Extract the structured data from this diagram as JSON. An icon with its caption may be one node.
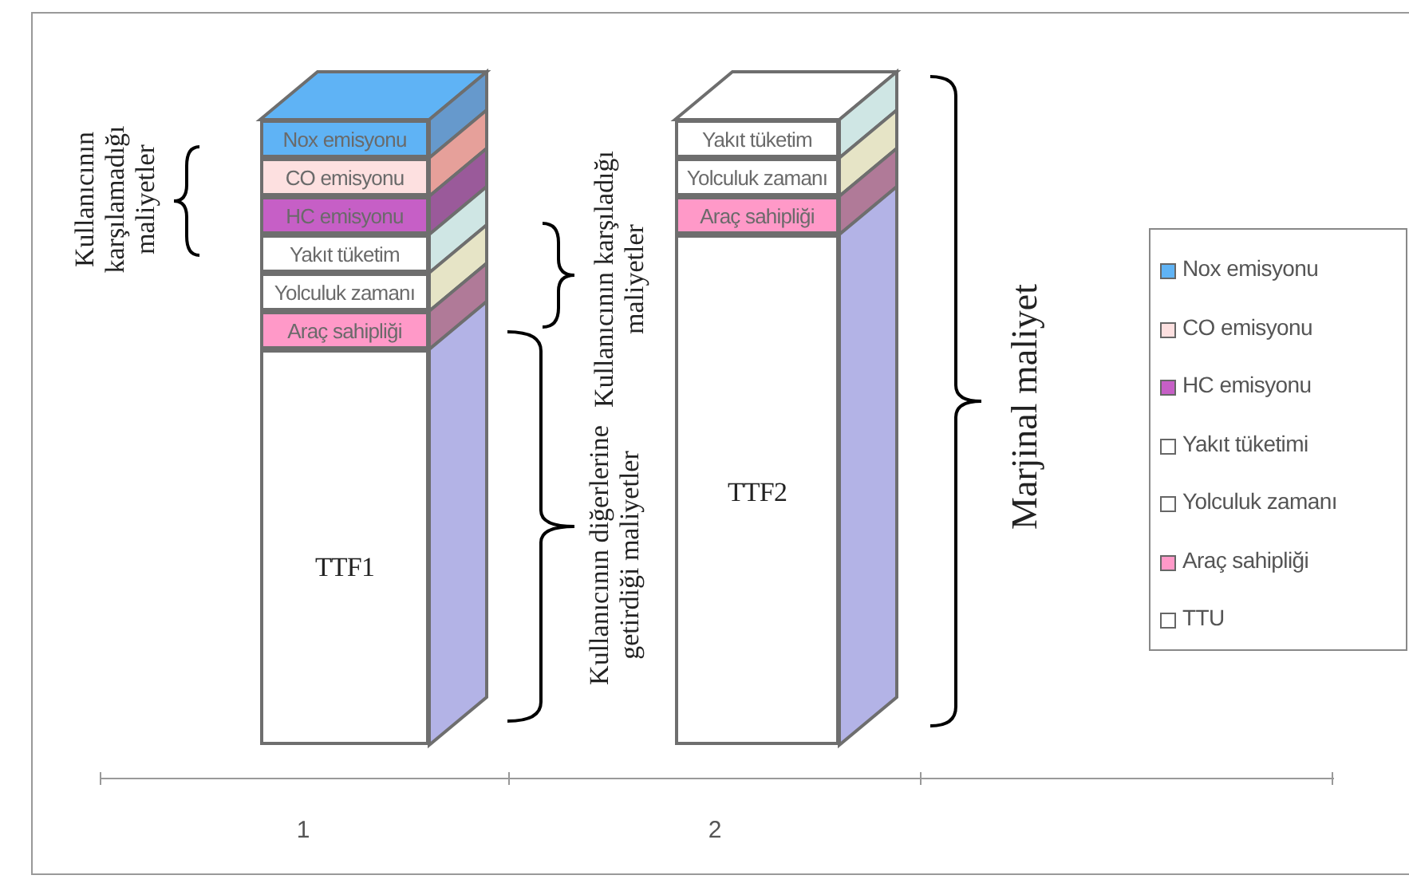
{
  "diagram": {
    "nodes": [
      {
        "text": [
          "Nox emisyonu"
        ]
      },
      {
        "text": [
          "CO emisyonu"
        ]
      },
      {
        "text": [
          "HC emisyonu"
        ]
      },
      {
        "text": [
          "Yakıt tüketim"
        ]
      },
      {
        "text": [
          "Yolculuk zamanı"
        ]
      },
      {
        "text": [
          "Araç sahipliği"
        ]
      },
      {
        "text": [
          "TTF1"
        ]
      },
      {
        "text": [
          "Yakıt tüketim"
        ]
      },
      {
        "text": [
          "Yolculuk zamanı"
        ]
      },
      {
        "text": [
          "Araç sahipliği"
        ]
      },
      {
        "text": [
          "TTF2"
        ]
      }
    ],
    "edges": [],
    "labels": [
      "Kullanıcının karşılamadığı maliyetler",
      "Kullanıcının karşıladığı maliyetler",
      "Kullanıcının diğerlerine getirdiği maliyetler",
      "Marjinal maliyet",
      "1",
      "2"
    ],
    "legend": [
      {
        "text": "Nox emisyonu",
        "color": "#5fb3f5"
      },
      {
        "text": "CO emisyonu",
        "color": "#fde0e0"
      },
      {
        "text": "HC emisyonu",
        "color": "#c65fc6"
      },
      {
        "text": "Yakıt tüketimi",
        "color": "#ffffff"
      },
      {
        "text": "Yolculuk zamanı",
        "color": "#ffffff"
      },
      {
        "text": "Araç sahipliği",
        "color": "#ff99c8"
      },
      {
        "text": "TTU",
        "color": "#ffffff"
      }
    ]
  }
}
